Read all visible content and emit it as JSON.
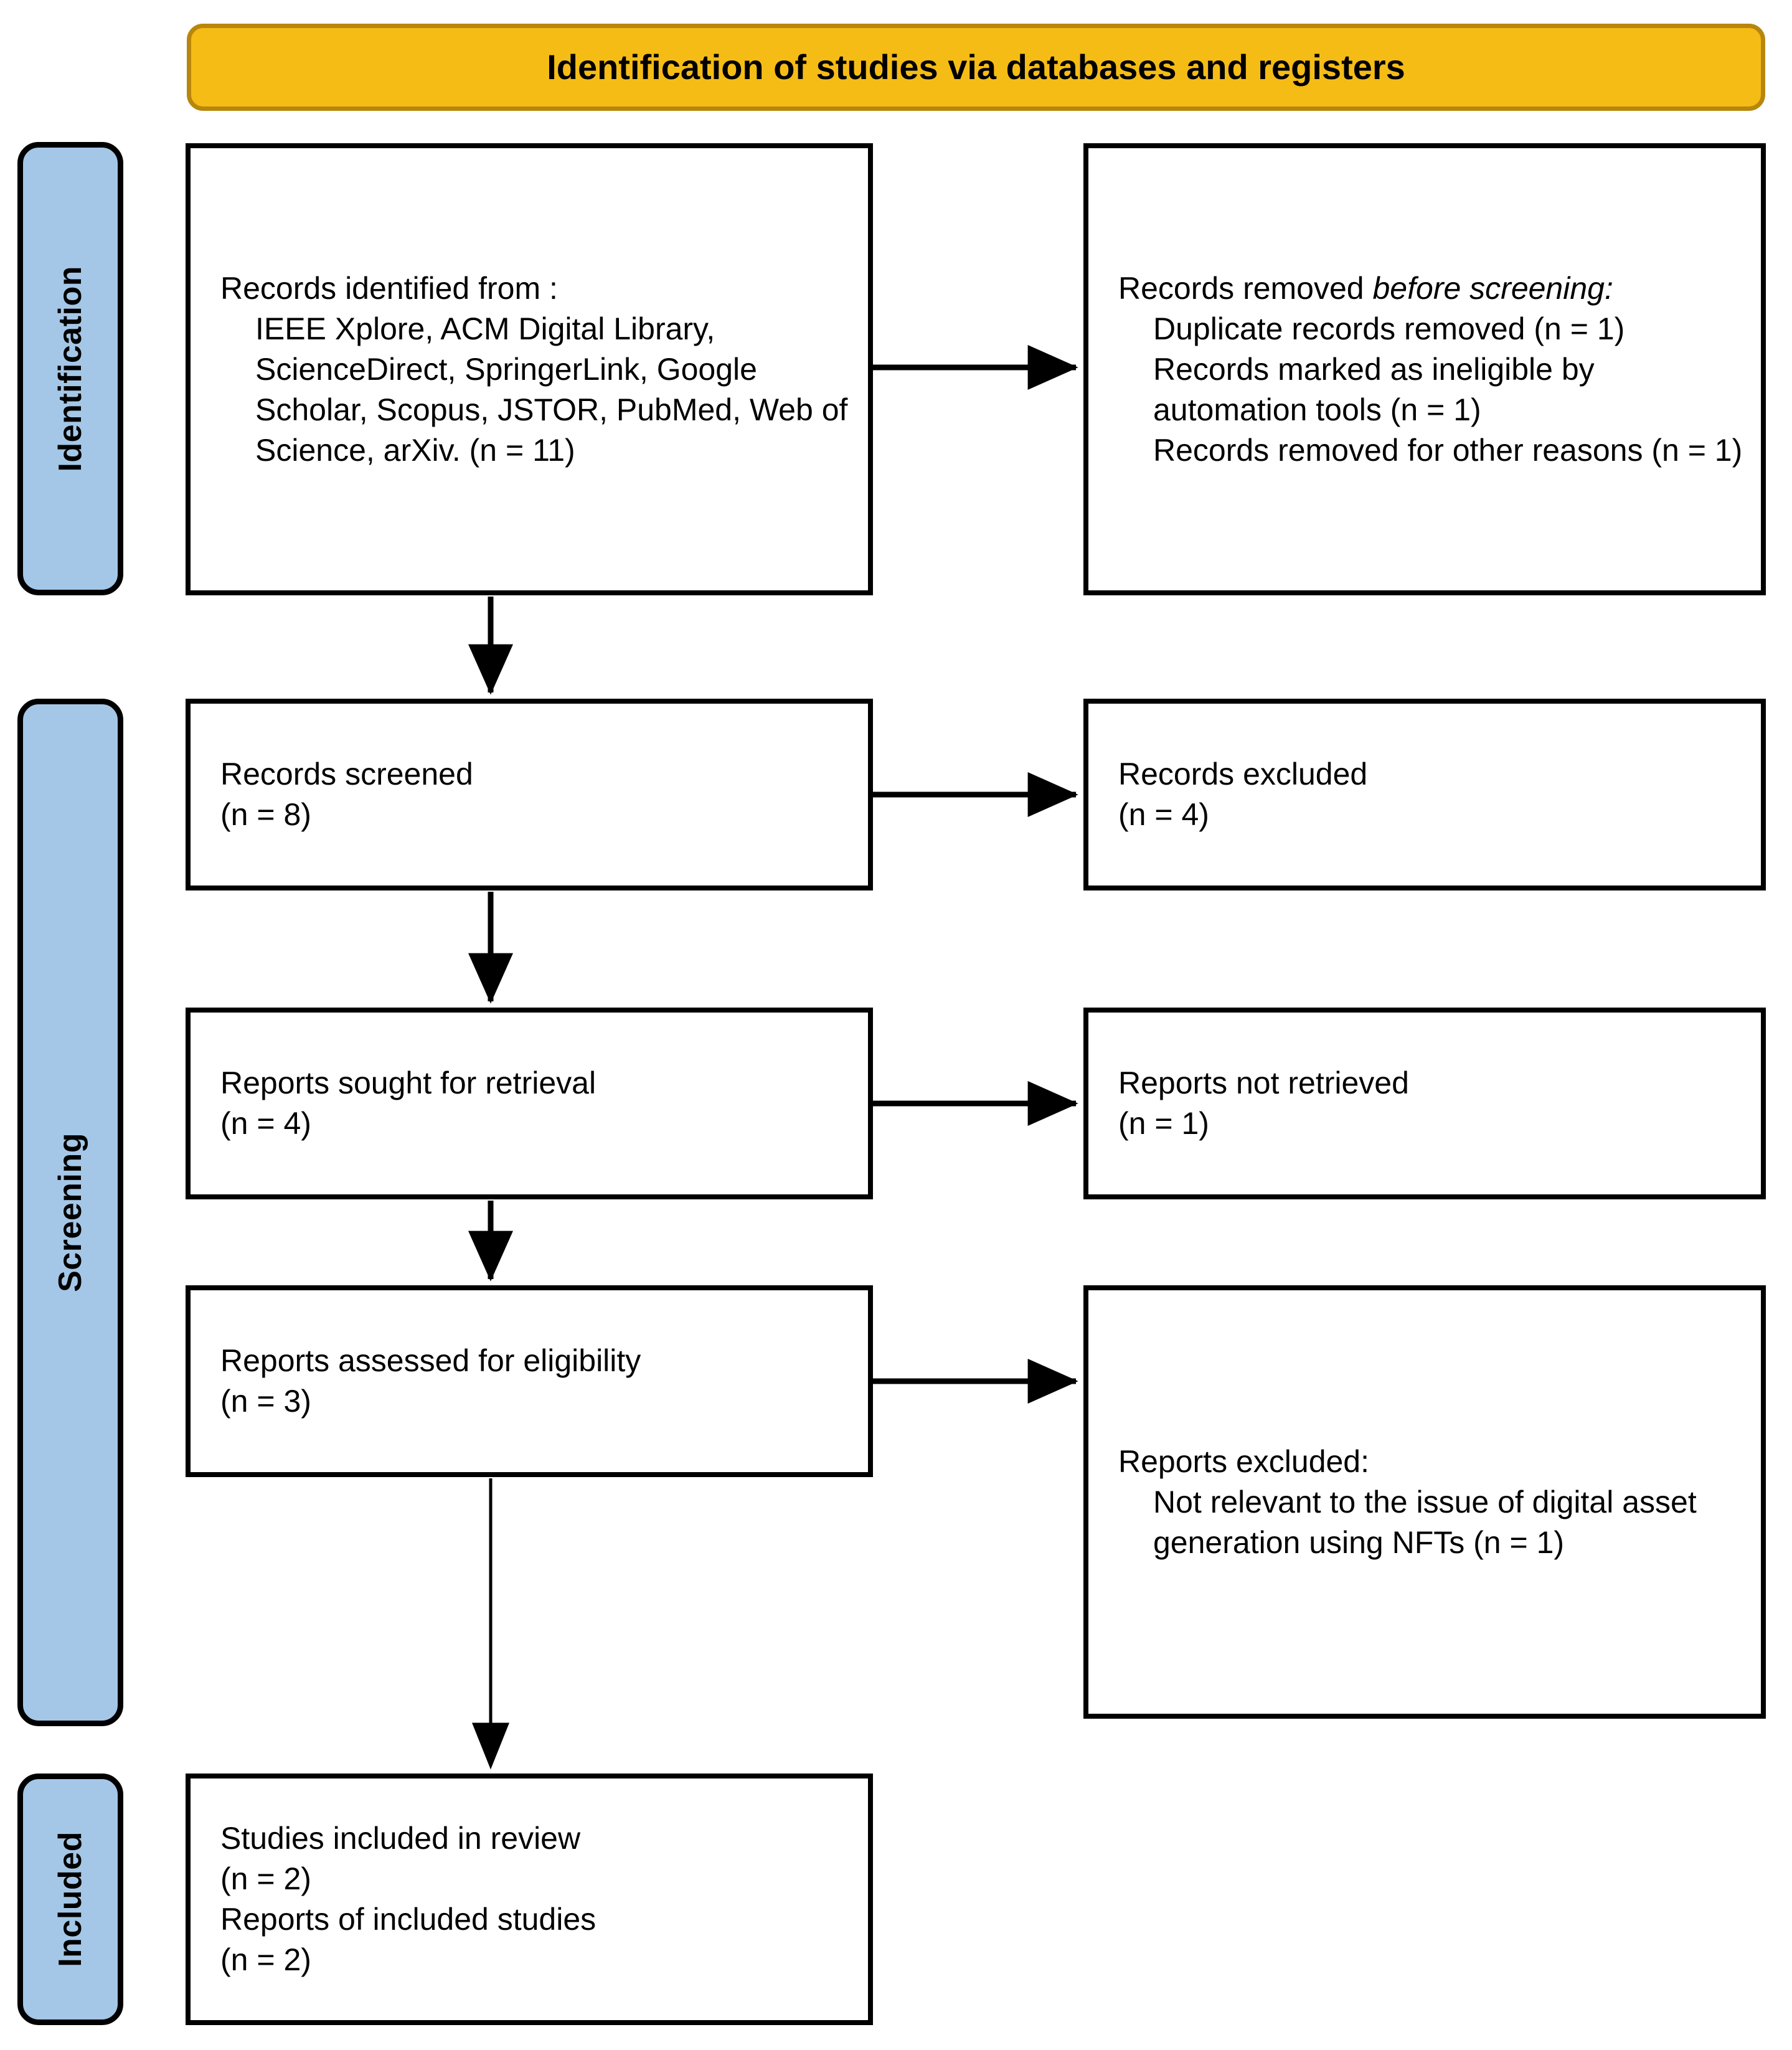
{
  "header": {
    "title": "Identification of studies via databases and registers",
    "accent_color": "#F5BC16",
    "accent_border_color": "#B8860B"
  },
  "stages": {
    "sidebar_color": "#A4C7E7",
    "items": [
      {
        "label": "Identification"
      },
      {
        "label": "Screening"
      },
      {
        "label": "Included"
      }
    ]
  },
  "boxes": {
    "identified": {
      "line1": "Records identified from :",
      "line2": "IEEE Xplore, ACM Digital Library, ScienceDirect, SpringerLink, Google Scholar, Scopus, JSTOR, PubMed, Web of Science, arXiv. (n = 11)"
    },
    "removed": {
      "line1_plain": "Records removed ",
      "line1_italic": "before screening",
      "line1_tail": ":",
      "item1": "Duplicate records removed (n = 1)",
      "item2": "Records marked as ineligible by automation tools (n = 1)",
      "item3": "Records removed for other reasons (n = 1)"
    },
    "screened": {
      "line1": "Records screened",
      "line2": "(n = 8)"
    },
    "records_excluded": {
      "line1": "Records excluded",
      "line2": "(n = 4)"
    },
    "sought": {
      "line1": "Reports sought for retrieval",
      "line2": "(n = 4)"
    },
    "not_retrieved": {
      "line1": "Reports not retrieved",
      "line2": "(n = 1)"
    },
    "assessed": {
      "line1": "Reports assessed for eligibility",
      "line2": "(n = 3)"
    },
    "reports_excluded": {
      "line1": "Reports excluded:",
      "item1": "Not relevant to the issue of digital asset generation using NFTs (n = 1)"
    },
    "included": {
      "line1": "Studies included in review",
      "line2": "(n = 2)",
      "line3": "Reports of included studies",
      "line4": "(n = 2)"
    }
  }
}
